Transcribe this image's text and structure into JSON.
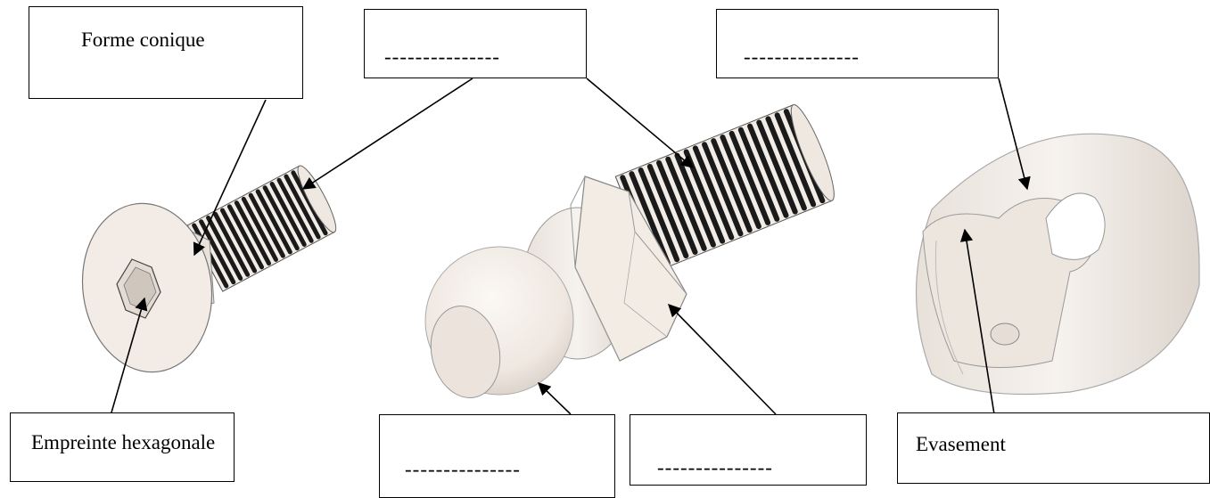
{
  "labels": {
    "forme_conique": "Forme conique",
    "empreinte_hexagonale": "Empreinte hexagonale",
    "evasement": "Evasement",
    "blank_top_middle": "---------------",
    "blank_top_right": "---------------",
    "blank_bottom_middle_left": "---------------",
    "blank_bottom_middle_right": "---------------"
  },
  "colors": {
    "part_fill": "#f3ede8",
    "part_shadow": "#d9d1c9",
    "part_edge": "#8a8480",
    "thread_dark": "#1a1a1a",
    "line": "#000000"
  }
}
